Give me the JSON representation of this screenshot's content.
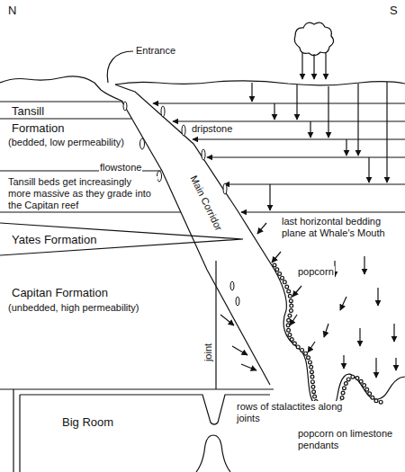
{
  "diagram": {
    "labels": [
      "N",
      "S",
      "Entrance",
      "Tansill",
      "Formation",
      "(bedded, low permeability)",
      "dripstone",
      "flowstone",
      "Tansill beds get increasingly more massive as they grade into the Capitan reef",
      "Yates Formation",
      "Capitan Formation",
      "(unbedded, high permeability)",
      "Main Corridor",
      "last horizontal bedding plane at Whale's Mouth",
      "popcorn",
      "joint",
      "Big Room",
      "rows of stalactites along joints",
      "popcorn on limestone pendants"
    ]
  }
}
